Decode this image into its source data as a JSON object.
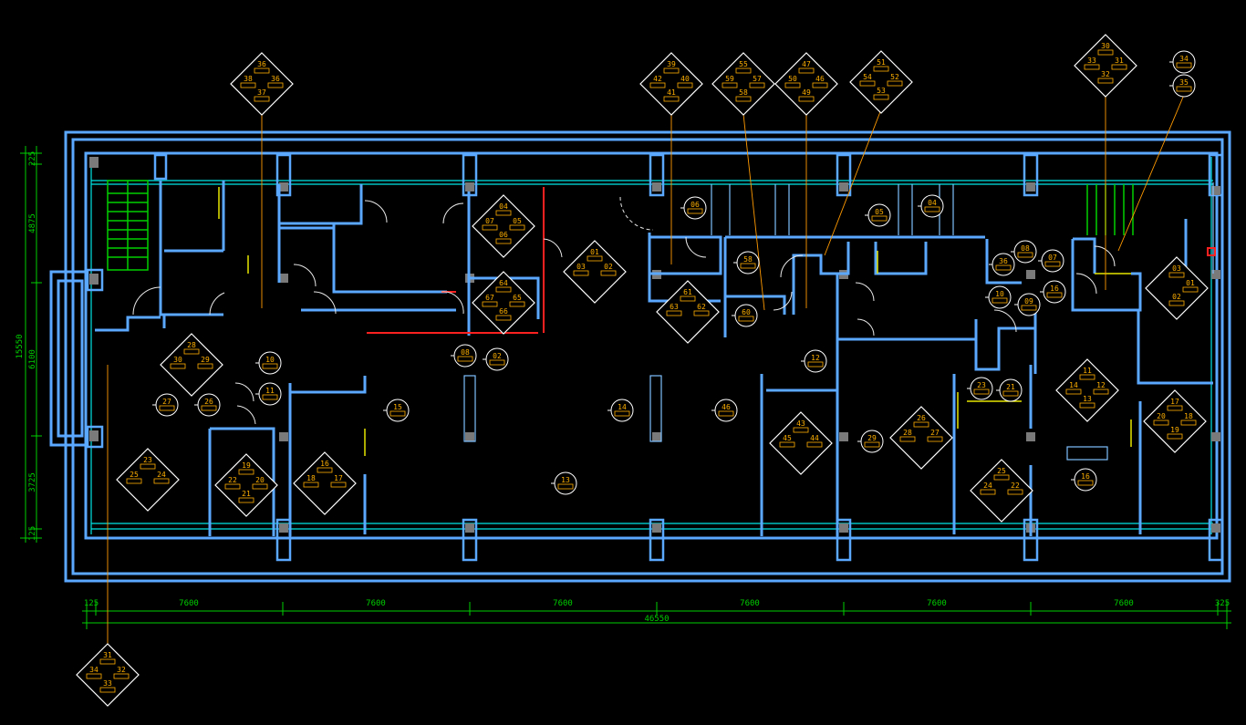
{
  "colors": {
    "background": "#000000",
    "wall": "#5aa8ff",
    "wall_inner": "#7fc0ff",
    "cyan": "#00e5e5",
    "dim": "#00d000",
    "tag": "#ffb000",
    "leader": "#ff9a00",
    "door": "#ffffff",
    "red": "#ff2020",
    "yellow": "#e5e500",
    "column": "#7a7a7a"
  },
  "dimensions": {
    "bottom_segments": [
      "125",
      "7600",
      "7600",
      "7600",
      "7600",
      "7600",
      "7600",
      "325"
    ],
    "total": "46550",
    "left_segments": [
      "225",
      "4875",
      "6100",
      "3725",
      "125"
    ],
    "left_total": "15550"
  },
  "clusters": [
    {
      "id": "c-36",
      "top": "36",
      "left": "38",
      "right": "36",
      "bottom": "37"
    },
    {
      "id": "c-39",
      "top": "39",
      "left": "42",
      "right": "40",
      "bottom": "41"
    },
    {
      "id": "c-55",
      "top": "55",
      "left": "59",
      "right": "57",
      "bottom": "58"
    },
    {
      "id": "c-47",
      "top": "47",
      "left": "50",
      "right": "46",
      "bottom": "49"
    },
    {
      "id": "c-51",
      "top": "51",
      "left": "54",
      "right": "52",
      "bottom": "53"
    },
    {
      "id": "c-30",
      "top": "30",
      "left": "33",
      "right": "31",
      "bottom": "32"
    },
    {
      "id": "c-04a",
      "top": "04",
      "left": "07",
      "right": "05",
      "bottom": "06"
    },
    {
      "id": "c-64",
      "top": "64",
      "left": "67",
      "right": "65",
      "bottom": "66"
    },
    {
      "id": "c-61",
      "top": "61",
      "left": "63",
      "right": "62",
      "bottom": ""
    },
    {
      "id": "c-28",
      "top": "28",
      "left": "30",
      "right": "29",
      "bottom": ""
    },
    {
      "id": "c-23",
      "top": "23",
      "left": "25",
      "right": "24",
      "bottom": ""
    },
    {
      "id": "c-19",
      "top": "19",
      "left": "22",
      "right": "20",
      "bottom": "21"
    },
    {
      "id": "c-16",
      "top": "16",
      "left": "18",
      "right": "17",
      "bottom": ""
    },
    {
      "id": "c-43",
      "top": "43",
      "left": "45",
      "right": "44",
      "bottom": ""
    },
    {
      "id": "c-26",
      "top": "26",
      "left": "28",
      "right": "27",
      "bottom": ""
    },
    {
      "id": "c-25",
      "top": "25",
      "left": "24",
      "right": "22",
      "bottom": ""
    },
    {
      "id": "c-11",
      "top": "11",
      "left": "14",
      "right": "12",
      "bottom": "13"
    },
    {
      "id": "c-17",
      "top": "17",
      "left": "20",
      "right": "18",
      "bottom": "19"
    },
    {
      "id": "c-01",
      "top": "01",
      "left": "03",
      "right": "02",
      "bottom": ""
    },
    {
      "id": "c-03",
      "top": "03",
      "left": "",
      "right": "01",
      "bottom": "02"
    },
    {
      "id": "c-31",
      "top": "31",
      "left": "34",
      "right": "32",
      "bottom": "33"
    }
  ],
  "tags": [
    "34",
    "35",
    "06",
    "05",
    "04",
    "58",
    "60",
    "36",
    "08",
    "07",
    "16",
    "10",
    "09",
    "12",
    "10",
    "11",
    "27",
    "26",
    "15",
    "14",
    "46",
    "13",
    "08",
    "02",
    "29",
    "23",
    "21",
    "16"
  ]
}
